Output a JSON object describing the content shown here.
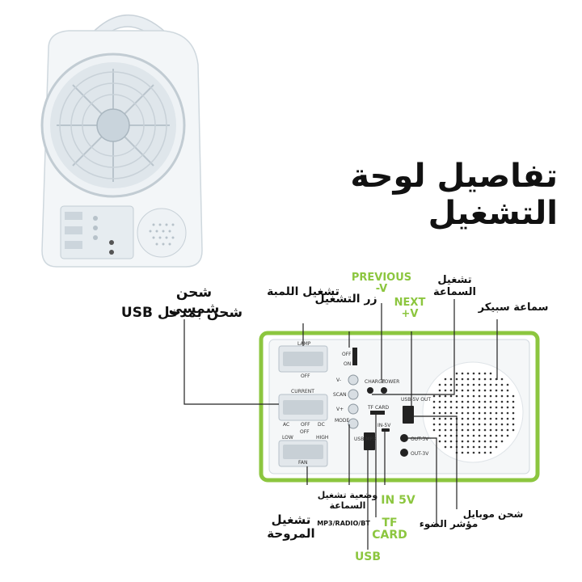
{
  "title": "تفاصيل لوحة التشغيل",
  "accent_color": "#8cc63f",
  "labels_ar": {
    "solar_charge": "شحن شمسي",
    "usb_charge": "شحن بمدخل USB",
    "lamp_on": "تشغيل اللمبة",
    "power_button": "زر التشغيل",
    "speaker_on": "تشغيل السماعة",
    "speaker": "سماعة سبيكر",
    "fan_on": "تشغيل المروحة",
    "mode": "وضعية تشغيل السماعة",
    "mode_sub": "MP3/RADIO/BT",
    "mobile_charge": "شحن موبايل",
    "light_indicator": "مؤشر الضوء"
  },
  "labels_en": {
    "previous": "PREVIOUS -V",
    "next": "NEXT +V",
    "in5v": "IN 5V",
    "tfcard": "TF CARD",
    "usb": "USB"
  },
  "panel": {
    "lamp": "LAMP",
    "off": "OFF",
    "current": "CURRENT",
    "ac": "AC",
    "dc": "DC",
    "low": "LOW",
    "high": "HIGH",
    "fan": "FAN",
    "off_on_off": "OFF",
    "off_on_on": "ON",
    "charge": "CHARGE",
    "power": "POWER",
    "vminus": "V-",
    "scan": "SCAN",
    "vplus": "V+",
    "mode": "MODE",
    "tf_card": "TF CARD",
    "in5v": "IN-5V",
    "usb5v": "USB-5V OUT",
    "out1": "OUT-3V",
    "out2": "OUT-3V",
    "usb_mp3": "USB MP3"
  }
}
